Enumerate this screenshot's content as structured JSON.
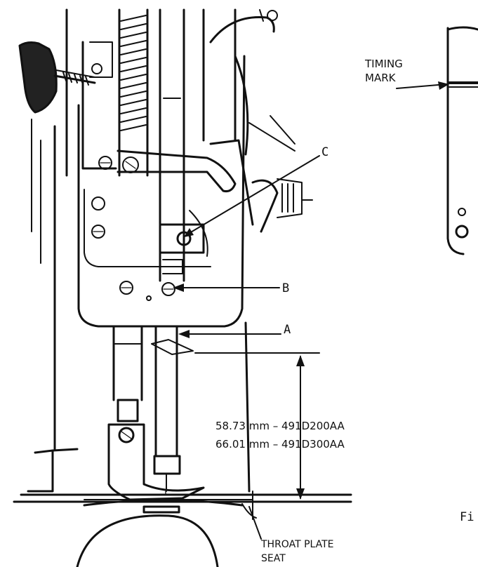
{
  "labels": {
    "timing_mark_line1": "TIMING",
    "timing_mark_line2": "MARK",
    "callout_c": "C",
    "callout_b": "B",
    "callout_a": "A",
    "dim_line1": "58.73 mm – 491D200AA",
    "dim_line2": "66.01 mm – 491D300AA",
    "throat_line1": "THROAT PLATE",
    "throat_line2": "SEAT",
    "fig_partial": "Fi"
  }
}
